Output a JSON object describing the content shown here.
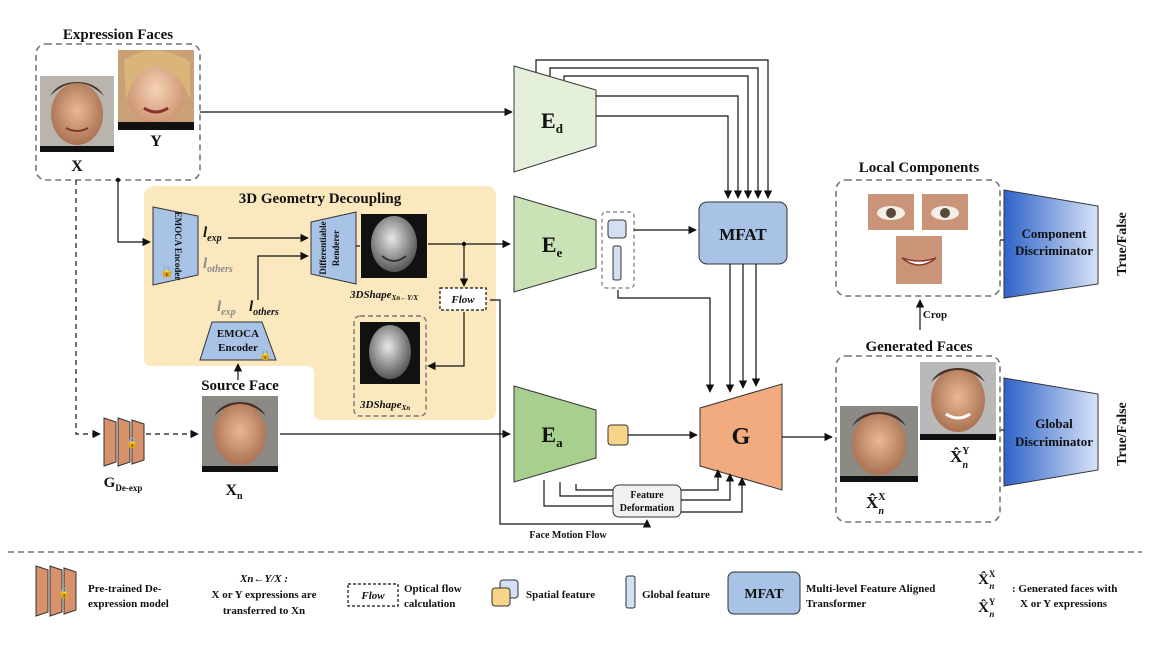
{
  "expression_faces": {
    "title": "Expression Faces",
    "x_label": "X",
    "y_label": "Y"
  },
  "geometry_decoupling": {
    "title": "3D Geometry Decoupling",
    "emoca_encoder_top": "EMOCA Encoder",
    "emoca_encoder_bottom_line1": "EMOCA",
    "emoca_encoder_bottom_line2": "Encoder",
    "renderer_line1": "Differentiable",
    "renderer_line2": "Renderer",
    "l_exp": "l",
    "l_exp_sub": "exp",
    "l_others": "l",
    "l_others_sub": "others",
    "shape_top_label": "3DShape",
    "shape_top_sub": "Xn←Y/X",
    "shape_bottom_label": "3DShape",
    "shape_bottom_sub": "Xn",
    "flow": "Flow"
  },
  "encoders": {
    "ed": "E",
    "ed_sub": "d",
    "ee": "E",
    "ee_sub": "e",
    "ea": "E",
    "ea_sub": "a",
    "mfat": "MFAT",
    "generator": "G",
    "feature_deformation_line1": "Feature",
    "feature_deformation_line2": "Deformation",
    "face_motion_flow": "Face Motion Flow"
  },
  "source": {
    "title": "Source Face",
    "label": "X",
    "label_sub": "n",
    "gdeexp": "G",
    "gdeexp_sub": "De-exp"
  },
  "generated": {
    "title": "Generated Faces",
    "local_title": "Local Components",
    "crop": "Crop",
    "xhat": "X̂",
    "xhat_sub": "n",
    "x_sup": "X",
    "y_sup": "Y",
    "component_disc_line1": "Component",
    "component_disc_line2": "Discriminator",
    "global_disc_line1": "Global",
    "global_disc_line2": "Discriminator",
    "true_false": "True/False"
  },
  "legend": {
    "deexp_line1": "Pre-trained De-",
    "deexp_line2": "expression model",
    "transfer_title": "Xn←Y/X :",
    "transfer_line1": "X or Y expressions are",
    "transfer_line2": "transferred to Xn",
    "flow": "Flow",
    "flow_line1": "Optical flow",
    "flow_line2": "calculation",
    "spatial": "Spatial feature",
    "global": "Global feature",
    "mfat": "MFAT",
    "mfat_line1": "Multi-level Feature Aligned",
    "mfat_line2": "Transformer",
    "gen_line1": ": Generated faces with",
    "gen_line2": "X or Y expressions"
  },
  "colors": {
    "encoder_green_light": "#e4f0da",
    "encoder_green": "#a7d08f",
    "encoder_green_mid": "#c9e3b6",
    "module_blue": "#a9c3e6",
    "generator_orange": "#f1ab7f",
    "decoupling_bg": "#fbe8bf",
    "spatial_yellow": "#f8d48a"
  }
}
